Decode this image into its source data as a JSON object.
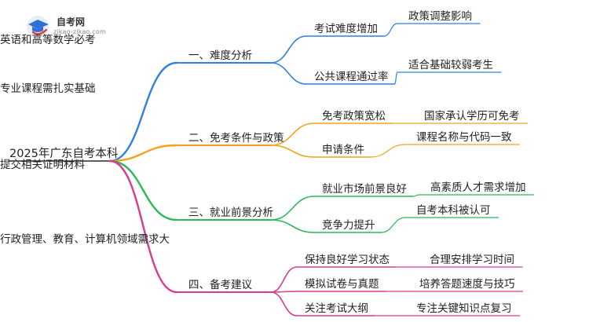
{
  "logo": {
    "title": "自考网",
    "url": "zikao-zikao.com"
  },
  "root": "2025年广东自考本科",
  "colors": {
    "branch1": "#2f7fe6",
    "branch2": "#f2a31b",
    "branch3": "#2cb85c",
    "branch4": "#d93a8c",
    "logo_blue": "#2f6fd9",
    "logo_red": "#e53935"
  },
  "branches": [
    {
      "label": "一、难度分析",
      "children": [
        {
          "label": "考试难度增加",
          "leaves": [
            "政策调整影响",
            "英语和高等数学必考"
          ]
        },
        {
          "label": "公共课程通过率",
          "leaves": [
            "适合基础较弱考生",
            "专业课程需扎实基础"
          ]
        }
      ]
    },
    {
      "label": "二、免考条件与政策",
      "children": [
        {
          "label": "免考政策宽松",
          "leaves": [
            "国家承认学历可免考"
          ]
        },
        {
          "label": "申请条件",
          "leaves": [
            "课程名称与代码一致",
            "提交相关证明材料"
          ]
        }
      ]
    },
    {
      "label": "三、就业前景分析",
      "children": [
        {
          "label": "就业市场前景良好",
          "leaves": [
            "高素质人才需求增加"
          ]
        },
        {
          "label": "竞争力提升",
          "leaves": [
            "自考本科被认可",
            "行政管理、教育、计算机领域需求大"
          ]
        }
      ]
    },
    {
      "label": "四、备考建议",
      "children": [
        {
          "label": "保持良好学习状态",
          "leaves": [
            "合理安排学习时间"
          ]
        },
        {
          "label": "模拟试卷与真题",
          "leaves": [
            "培养答题速度与技巧"
          ]
        },
        {
          "label": "关注考试大纲",
          "leaves": [
            "专注关键知识点复习"
          ]
        }
      ]
    }
  ]
}
